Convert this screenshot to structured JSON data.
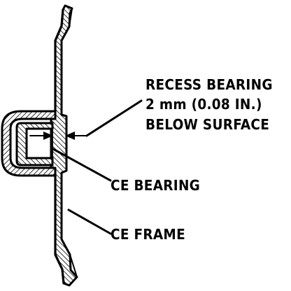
{
  "callouts": {
    "recess": {
      "line1": "RECESS BEARING",
      "line2": "2 mm (0.08 IN.)",
      "line3": "BELOW SURFACE"
    },
    "bearing": "CE BEARING",
    "frame": "CE FRAME"
  },
  "colors": {
    "ink": "#000000",
    "paper": "#ffffff"
  }
}
